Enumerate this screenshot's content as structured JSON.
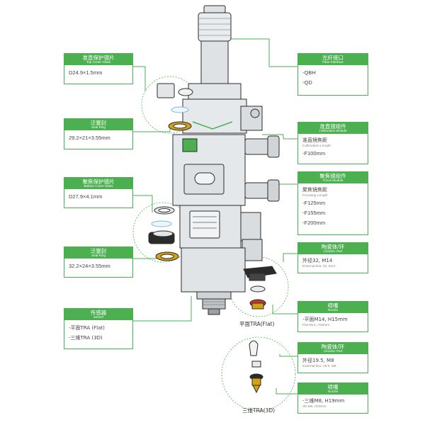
{
  "labels": {
    "top_cover_glass": {
      "cn": "准直保护镜片",
      "en": "Top Cover Glass",
      "rows": [
        "D24.9×1.5mm"
      ]
    },
    "seal_ring_1": {
      "cn": "泛塞封",
      "en": "Seal Ring",
      "rows": [
        "29.2×21×3.55mm"
      ]
    },
    "bottom_cover_glass": {
      "cn": "聚焦保护镜片",
      "en": "Bottom Cover Glass",
      "rows": [
        "D27.9×4.1mm"
      ]
    },
    "seal_ring_2": {
      "cn": "泛塞封",
      "en": "Seal Ring",
      "rows": [
        "32.2×24×3.55mm"
      ]
    },
    "sensor": {
      "cn": "传感器",
      "en": "Sensor",
      "rows": [
        "-平面TRA (Flat)",
        "-三维TRA (3D)"
      ]
    },
    "fiber_interface": {
      "cn": "光纤接口",
      "en": "Fiber Interface",
      "rows": [
        "-QBH",
        "-QD"
      ]
    },
    "collimation_module": {
      "cn": "准直镜组件",
      "en": "Collimation Module",
      "title": "准直镜焦距",
      "subtitle": "Collimation Length",
      "rows": [
        "-F100mm"
      ]
    },
    "focus_module": {
      "cn": "聚焦镜组件",
      "en": "Focus Module",
      "title": "聚焦镜焦距",
      "subtitle": "Focusing Length",
      "rows": [
        "-F125mm",
        "-F155mm",
        "-F200mm"
      ]
    },
    "ceramic_part_1": {
      "cn": "陶瓷体/环",
      "en": "Ceramic Part",
      "title": "外径32, M14",
      "subtitle": "External Dia. 32, M14"
    },
    "nozzle_1": {
      "cn": "喷嘴",
      "en": "Nozzle",
      "title": "-平面M14, H15mm",
      "subtitle": "Flat M14, H15mm"
    },
    "ceramic_part_2": {
      "cn": "陶瓷体/环",
      "en": "Ceramic Part",
      "title": "外径19.5, M8",
      "subtitle": "External Dia. 19.5, M8"
    },
    "nozzle_2": {
      "cn": "喷嘴",
      "en": "Nozzle",
      "title": "-三维M8, H19mm",
      "subtitle": "3D M8, H19mm"
    }
  },
  "captions": {
    "flat": "平面TRA(Flat)",
    "three_d": "三维TRA(3D)"
  },
  "colors": {
    "accent": "#4caf50",
    "body": "#e3e6e8",
    "outline": "#2b2b2b",
    "gold": "#d4a017"
  }
}
